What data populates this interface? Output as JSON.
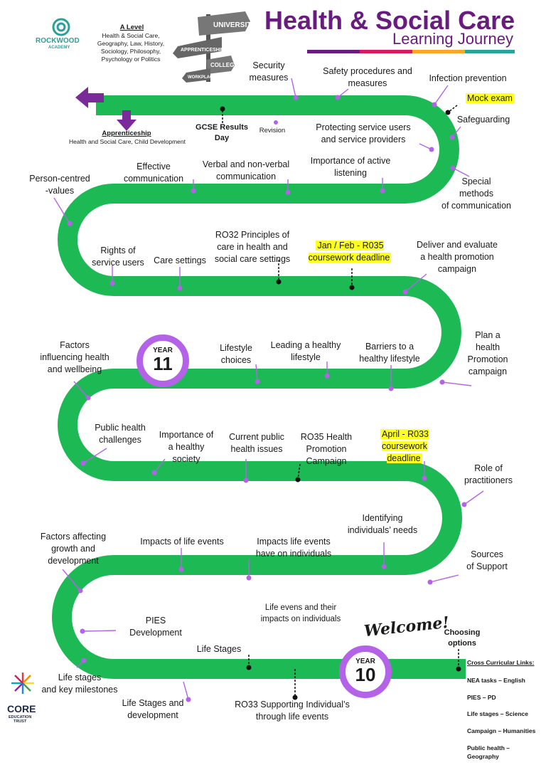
{
  "header": {
    "title": "Health & Social Care",
    "subtitle": "Learning Journey",
    "colors": [
      "#6a1b80",
      "#d81b60",
      "#f9a825",
      "#26a69a"
    ]
  },
  "logos": {
    "rockwood_name": "ROCKWOOD",
    "rockwood_sub": "ACADEMY",
    "core_name": "CORE",
    "core_sub": "EDUCATION\nTRUST"
  },
  "signpost": {
    "university": "UNIVERSITY",
    "apprenticeship": "APPRENTICESHIP",
    "college": "COLLEGE",
    "workplace": "WORKPLACE"
  },
  "a_level": {
    "heading": "A Level",
    "text": "Health & Social Care,\nGeography, Law, History,\nSociology, Philosophy,\nPsychology or Politics"
  },
  "apprenticeship": {
    "heading": "Apprenticeship",
    "text": "Health and Social Care, Child Development"
  },
  "gcse_results": "GCSE Results\nDay",
  "revision": "Revision",
  "topics": {
    "security": "Security\nmeasures",
    "safety": "Safety procedures and\nmeasures",
    "infection": "Infection prevention",
    "mock": "Mock exam",
    "safeguarding": "Safeguarding",
    "protecting": "Protecting service users\nand service providers",
    "special_methods": "Special\nmethods\nof communication",
    "active_listening": "Importance of active\nlistening",
    "verbal": "Verbal and non-verbal\ncommunication",
    "effective": "Effective\ncommunication",
    "person_centred": "Person-centred\n-values",
    "rights": "Rights of\nservice users",
    "care_settings": "Care settings",
    "ro32": "RO32 Principles of\ncare in health and\nsocial care settings",
    "jan_feb": "Jan / Feb - R035\ncoursework deadline",
    "deliver": "Deliver and evaluate\na health promotion\ncampaign",
    "plan": "Plan a\nhealth\nPromotion\ncampaign",
    "barriers": "Barriers to a\nhealthy lifestyle",
    "leading": "Leading a healthy\nlifestyle",
    "lifestyle_choices": "Lifestyle\nchoices",
    "factors_influencing": "Factors\ninfluencing health\nand wellbeing",
    "public_health": "Public health\nchallenges",
    "importance_society": "Importance  of\na healthy\nsociety",
    "current_public": "Current public\nhealth issues",
    "ro35": "RO35 Health\nPromotion\nCampaign",
    "april": "April - R033\ncoursework\ndeadline",
    "role": "Role of\npractitioners",
    "identifying": "Identifying\nindividuals’ needs",
    "sources": "Sources\nof Support",
    "impacts_life_events": "Impacts of life events",
    "impacts_individuals": "Impacts life events\nhave on individuals",
    "factors_affecting": "Factors affecting\ngrowth and\ndevelopment",
    "life_evens": "Life evens and their\nimpacts on individuals",
    "pies": "PIES\nDevelopment",
    "life_stages": "Life Stages",
    "life_stages_milestones": "Life stages\nand key milestones",
    "life_stages_development": "Life Stages and\ndevelopment",
    "ro33": "RO33 Supporting Individual’s\nthrough life events",
    "choosing": "Choosing\noptions"
  },
  "welcome": "Welcome!",
  "year11": {
    "label": "YEAR",
    "number": "11"
  },
  "year10": {
    "label": "YEAR",
    "number": "10"
  },
  "cross_curricular": {
    "heading": "Cross Curricular Links:",
    "items": [
      "NEA tasks – English",
      "PIES – PD",
      "Life stages – Science",
      "Campaign – Humanities",
      "Public health –\nGeography"
    ]
  },
  "road_color": "#1db954",
  "accent_purple": "#b463e8"
}
